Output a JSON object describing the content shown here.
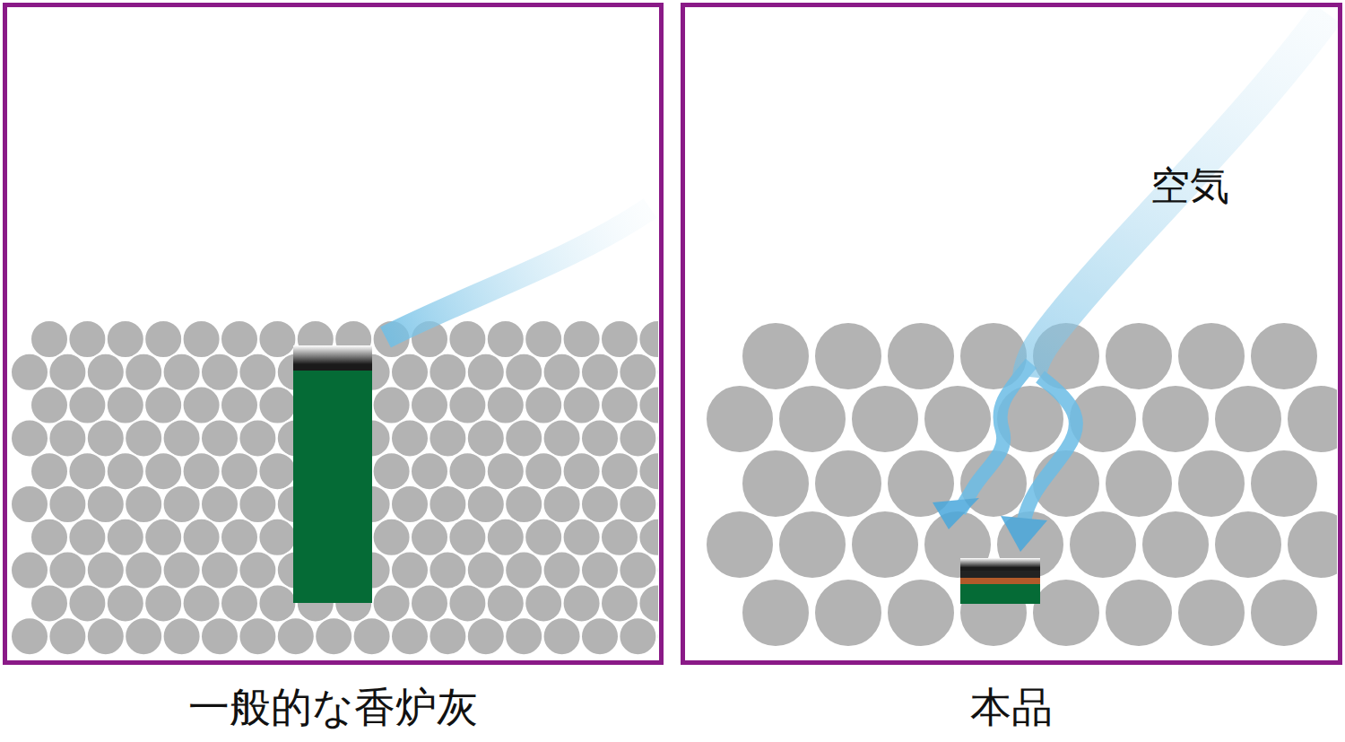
{
  "diagram": {
    "nodes": [
      {
        "text": [
          "一般的な香炉灰"
        ]
      },
      {
        "text": [
          "本品"
        ]
      }
    ],
    "labels": [
      "空気"
    ]
  }
}
